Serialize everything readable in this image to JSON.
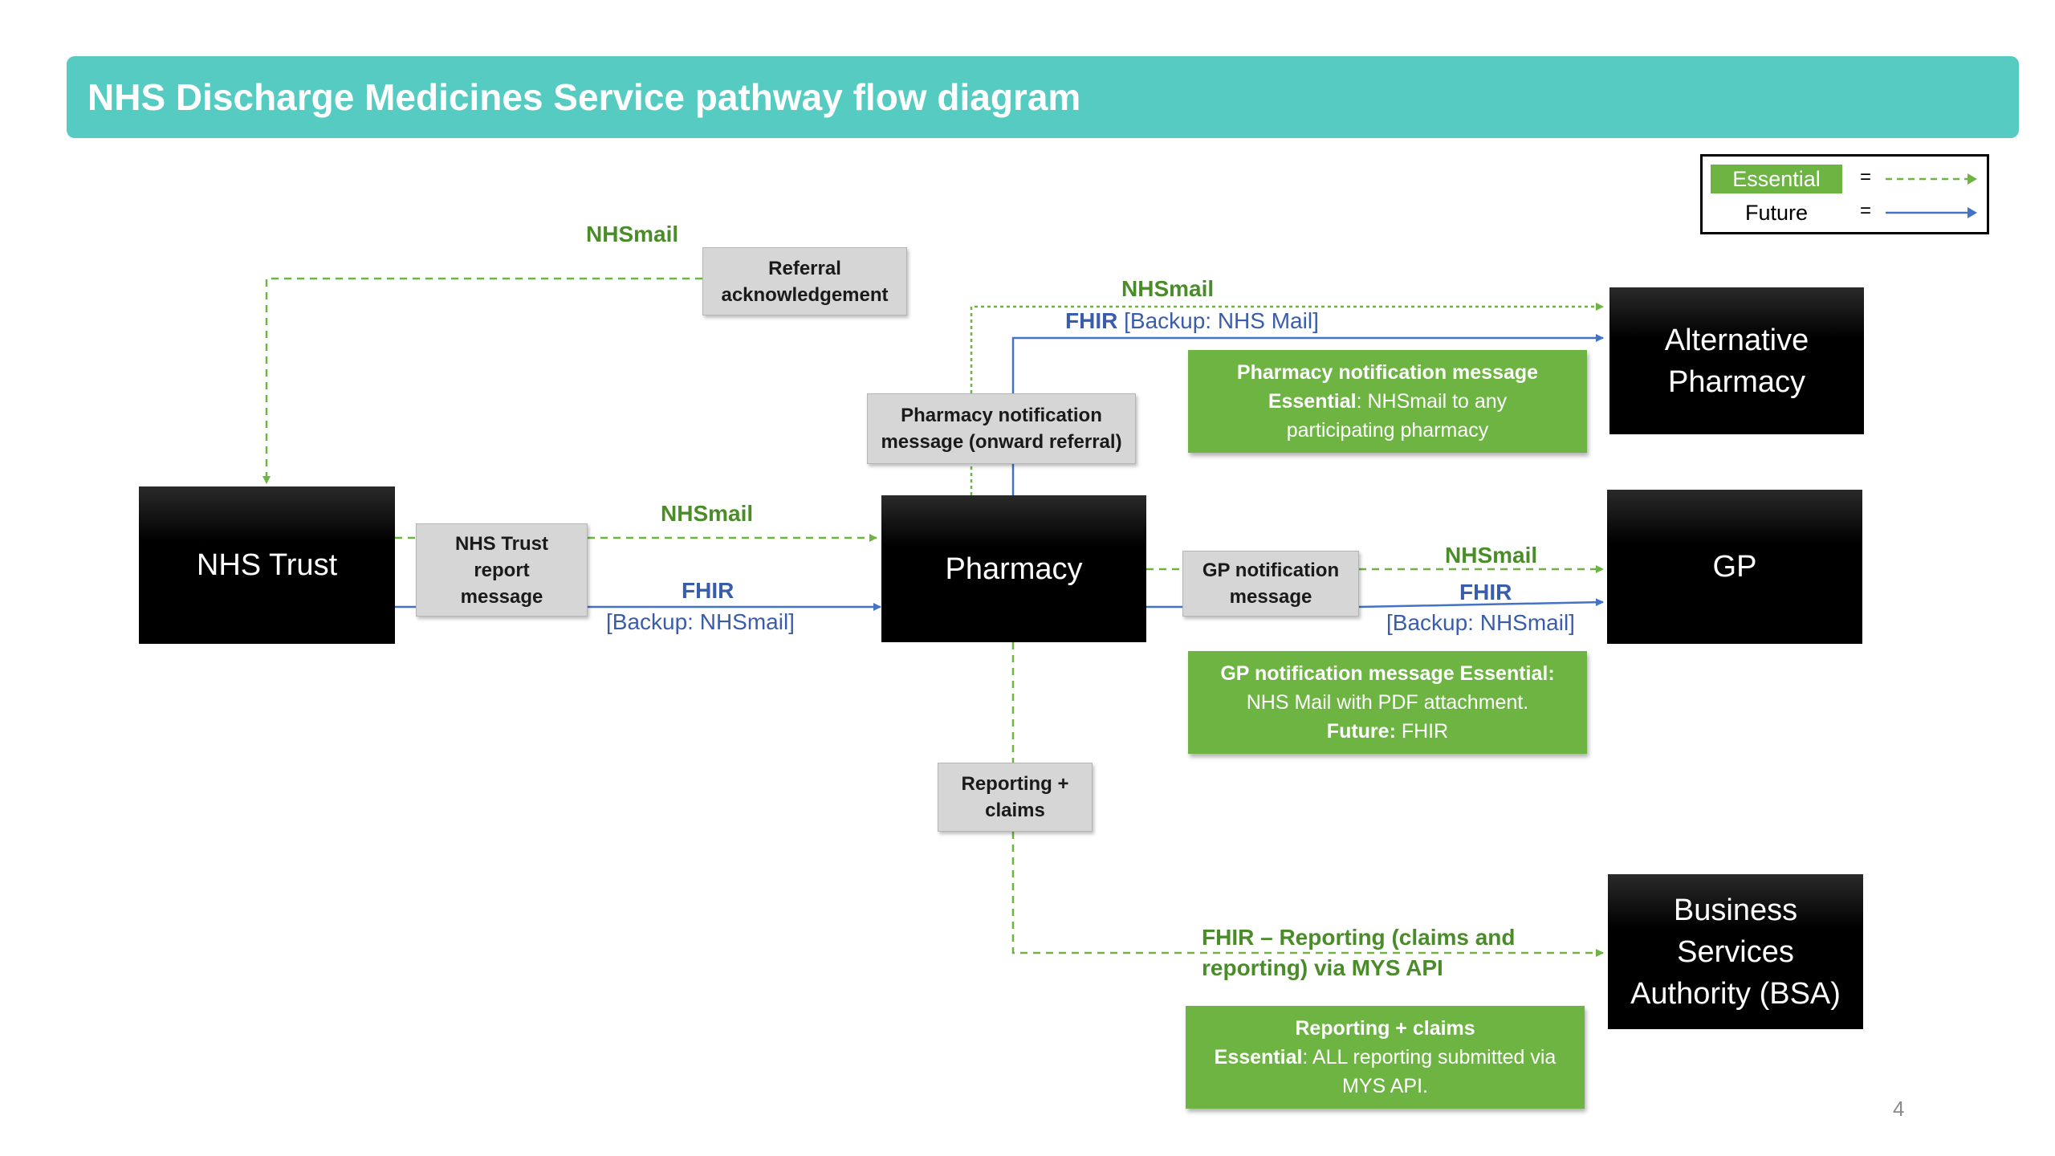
{
  "title": "NHS Discharge Medicines Service pathway flow diagram",
  "legend": {
    "essential_label": "Essential",
    "future_label": "Future",
    "equals": "=",
    "essential_color": "#6db443",
    "future_color": "#3a5dab"
  },
  "nodes": {
    "nhs_trust": "NHS Trust",
    "pharmacy": "Pharmacy",
    "alt_pharmacy": [
      "Alternative",
      "Pharmacy"
    ],
    "gp": "GP",
    "bsa": [
      "Business",
      "Services",
      "Authority (BSA)"
    ]
  },
  "messages": {
    "referral_ack": [
      "Referral",
      "acknowledgement"
    ],
    "trust_report": [
      "NHS Trust",
      "report",
      "message"
    ],
    "pharmacy_notification": [
      "Pharmacy notification",
      "message (onward referral)"
    ],
    "gp_notification": [
      "GP notification",
      "message"
    ],
    "reporting_claims": [
      "Reporting +",
      "claims"
    ]
  },
  "labels": {
    "nhsmail_top": "NHSmail",
    "nhsmail_alt": "NHSmail",
    "fhir_alt": "FHIR",
    "fhir_alt_backup": "[Backup: NHS Mail]",
    "nhsmail_trust": "NHSmail",
    "fhir_trust": "FHIR",
    "fhir_trust_backup": "[Backup: NHSmail]",
    "nhsmail_gp": "NHSmail",
    "fhir_gp": "FHIR",
    "fhir_gp_backup": "[Backup: NHSmail]",
    "bsa_line1": "FHIR –  Reporting (claims and",
    "bsa_line2": "reporting) via MYS API"
  },
  "notes": {
    "alt_pharmacy": {
      "line1": "Pharmacy notification message",
      "line2_bold": "Essential",
      "line2_rest": ": NHSmail to any",
      "line3": "participating pharmacy"
    },
    "gp": {
      "line1": "GP notification message Essential:",
      "line2": "NHS Mail with PDF attachment.",
      "line3_bold": "Future:",
      "line3_rest": " FHIR"
    },
    "bsa": {
      "line1": "Reporting + claims",
      "line2_bold": "Essential",
      "line2_rest": ": ALL reporting submitted via",
      "line3": "MYS API."
    }
  },
  "page_number": "4"
}
